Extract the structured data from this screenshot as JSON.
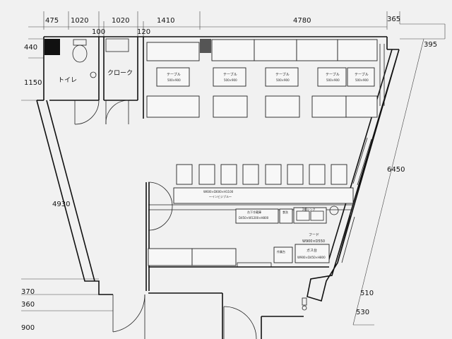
{
  "dimensions": {
    "top": [
      "475",
      "1020",
      "100",
      "1020",
      "120",
      "1410",
      "4780",
      "365"
    ],
    "left": [
      "440",
      "1150",
      "4930",
      "370",
      "360",
      "900"
    ],
    "right": [
      "395",
      "6450",
      "510",
      "530"
    ]
  },
  "rooms": {
    "toilet": "トイレ",
    "cloak": "クローク"
  },
  "tables": {
    "label": "テーブル",
    "size": "500×900"
  },
  "fixtures": {
    "counter_note": "W600×D600×H1100",
    "counter_sub": "～インビジブル～",
    "fridge": "台下冷蔵庫",
    "fridge_size": "D450×W1200×H800",
    "sink_box": "食洗",
    "sink": "2槽シンク",
    "hood": "フード",
    "hood_size": "W900×D550",
    "stove": "ガス台",
    "stove_size": "W900×D450×H800",
    "small_left": "作業台"
  }
}
